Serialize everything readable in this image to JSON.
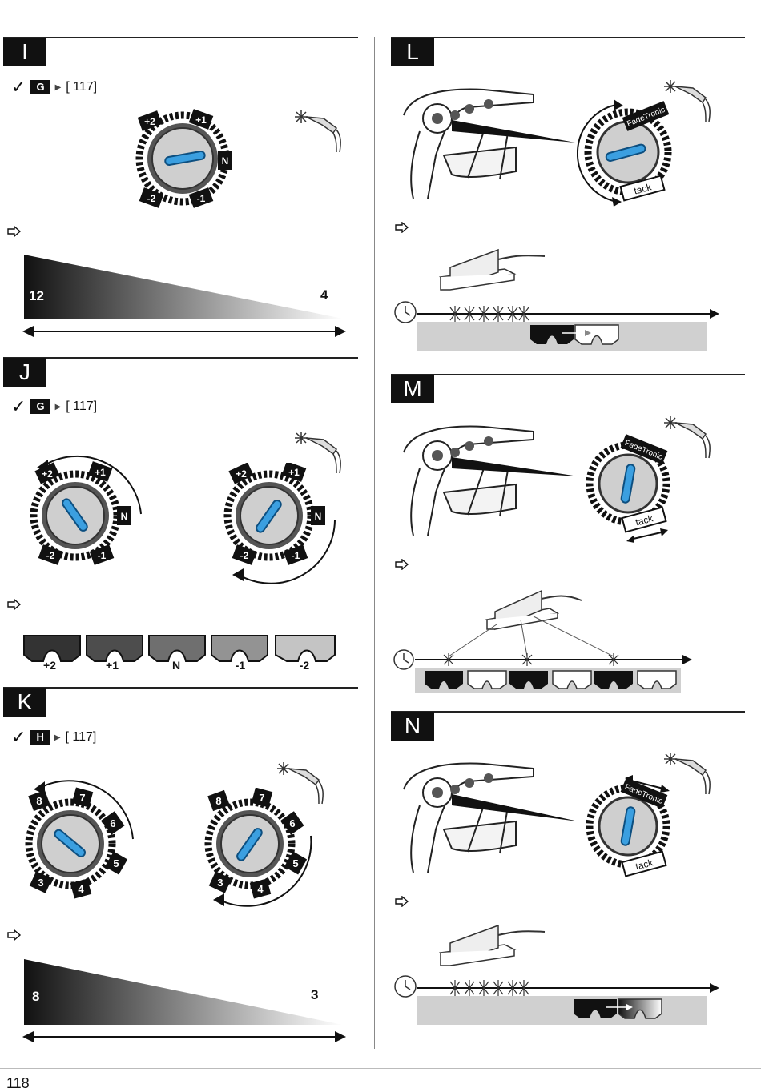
{
  "page_number": "118",
  "sections": {
    "I": {
      "tag": "I",
      "badge": "G",
      "ref": "[ 117]",
      "dial": [
        "+2",
        "+1",
        "N",
        "-1",
        "-2"
      ],
      "left_value": "12",
      "right_value": "4"
    },
    "J": {
      "tag": "J",
      "badge": "G",
      "ref": "[ 117]",
      "dial": [
        "+2",
        "+1",
        "N",
        "-1",
        "-2"
      ],
      "shades": [
        "+2",
        "+1",
        "N",
        "-1",
        "-2"
      ]
    },
    "K": {
      "tag": "K",
      "badge": "H",
      "ref": "[ 117]",
      "dial": [
        "8",
        "7",
        "6",
        "5",
        "4",
        "3"
      ],
      "left_value": "8",
      "right_value": "3"
    },
    "L": {
      "tag": "L",
      "brand": "FadeTronic",
      "mode": "tack"
    },
    "M": {
      "tag": "M",
      "brand": "FadeTronic",
      "mode": "tack"
    },
    "N": {
      "tag": "N",
      "brand": "FadeTronic",
      "mode": "tack"
    }
  },
  "colors": {
    "accent": "#3b9fe0",
    "dark": "#111111",
    "band": "#d0d0d0"
  }
}
